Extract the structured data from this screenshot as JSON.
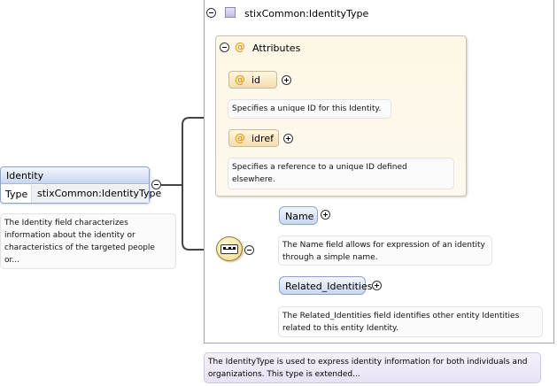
{
  "type_container": {
    "title": "stixCommon:IdentityType",
    "description": "The IdentityType is used to express identity information for both individuals and organizations. This type is extended..."
  },
  "attributes": {
    "title": "Attributes",
    "items": [
      {
        "name": "id",
        "description": "Specifies a unique ID for this Identity."
      },
      {
        "name": "idref",
        "description": "Specifies a reference to a unique ID defined elsewhere."
      }
    ]
  },
  "identity_element": {
    "name": "Identity",
    "type_key": "Type",
    "type_value": "stixCommon:IdentityType",
    "description": "The Identity field characterizes information about the identity or characteristics of the targeted people or..."
  },
  "children": [
    {
      "name": "Name",
      "description": "The Name field allows for expression of an identity through a simple name."
    },
    {
      "name": "Related_Identities",
      "description": "The Related_Identities field identifies other entity Identities related to this entity Identity."
    }
  ],
  "icons": {
    "attribute_symbol": "@",
    "expand": "plus-circle-icon",
    "collapse": "minus-circle-icon",
    "complex_type": "complex-type-icon",
    "sequence": "sequence-compositor-icon"
  },
  "colors": {
    "attribute_group_bg": "#fdf7e6",
    "element_gradient_top": "#f4f7fd",
    "element_gradient_bottom": "#c7d6ef",
    "type_desc_bg": "#e7e2f4"
  }
}
